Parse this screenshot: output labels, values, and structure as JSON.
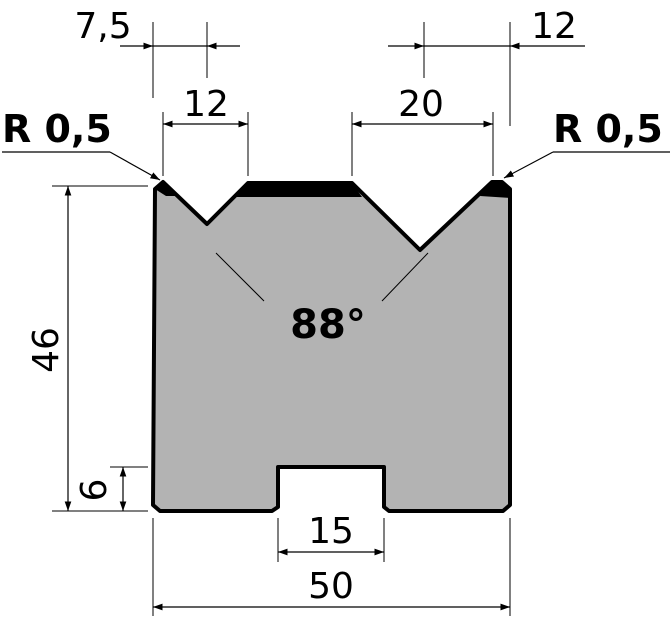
{
  "colors": {
    "die_fill": "#b3b3b3",
    "outline": "#000000",
    "background": "#ffffff"
  },
  "labels": {
    "radius_left": "R 0,5",
    "radius_right": "R 0,5",
    "angle": "88°"
  },
  "dimensions": {
    "left_offset": "7,5",
    "left_v_width": "12",
    "right_v_width": "20",
    "right_offset": "12",
    "height": "46",
    "slot_height": "6",
    "slot_width": "15",
    "total_width": "50"
  }
}
